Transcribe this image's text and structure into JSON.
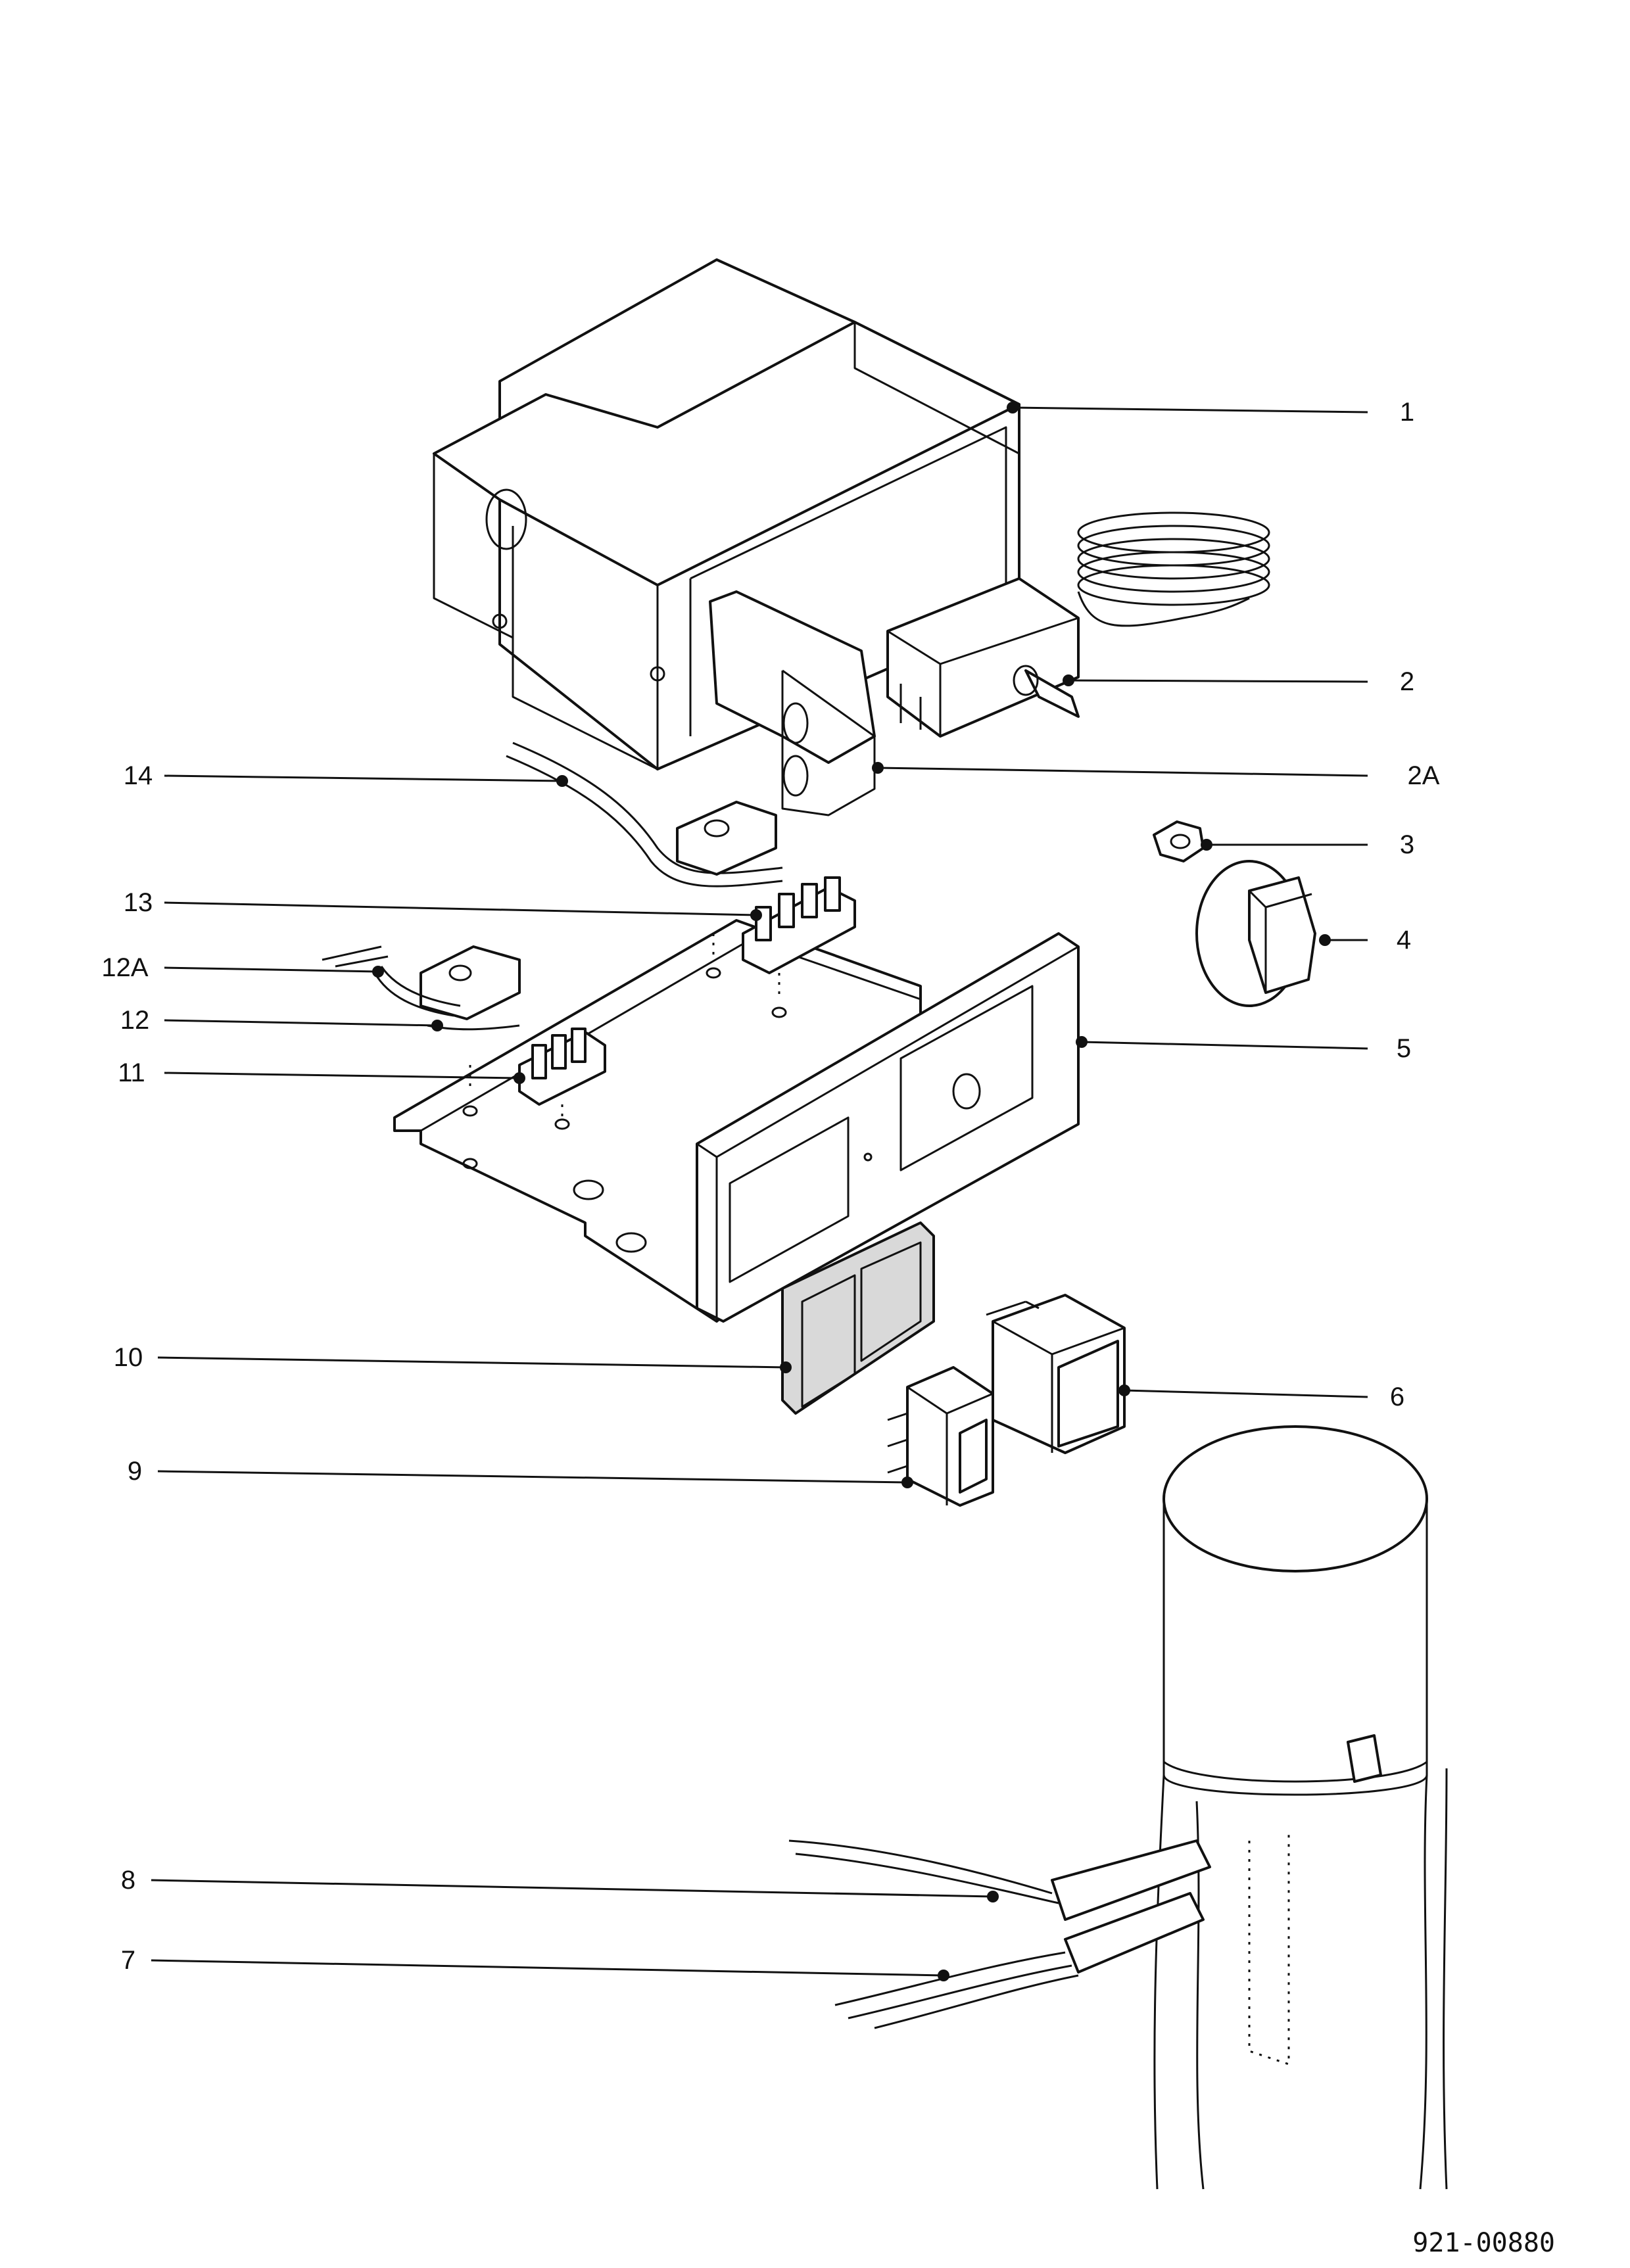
{
  "diagram": {
    "drawing_number": "921-00880",
    "callouts": [
      {
        "id": "1",
        "label": "1"
      },
      {
        "id": "2",
        "label": "2"
      },
      {
        "id": "2A",
        "label": "2A"
      },
      {
        "id": "3",
        "label": "3"
      },
      {
        "id": "4",
        "label": "4"
      },
      {
        "id": "5",
        "label": "5"
      },
      {
        "id": "6",
        "label": "6"
      },
      {
        "id": "7",
        "label": "7"
      },
      {
        "id": "8",
        "label": "8"
      },
      {
        "id": "9",
        "label": "9"
      },
      {
        "id": "10",
        "label": "10"
      },
      {
        "id": "11",
        "label": "11"
      },
      {
        "id": "12",
        "label": "12"
      },
      {
        "id": "12A",
        "label": "12A"
      },
      {
        "id": "13",
        "label": "13"
      },
      {
        "id": "14",
        "label": "14"
      }
    ]
  }
}
